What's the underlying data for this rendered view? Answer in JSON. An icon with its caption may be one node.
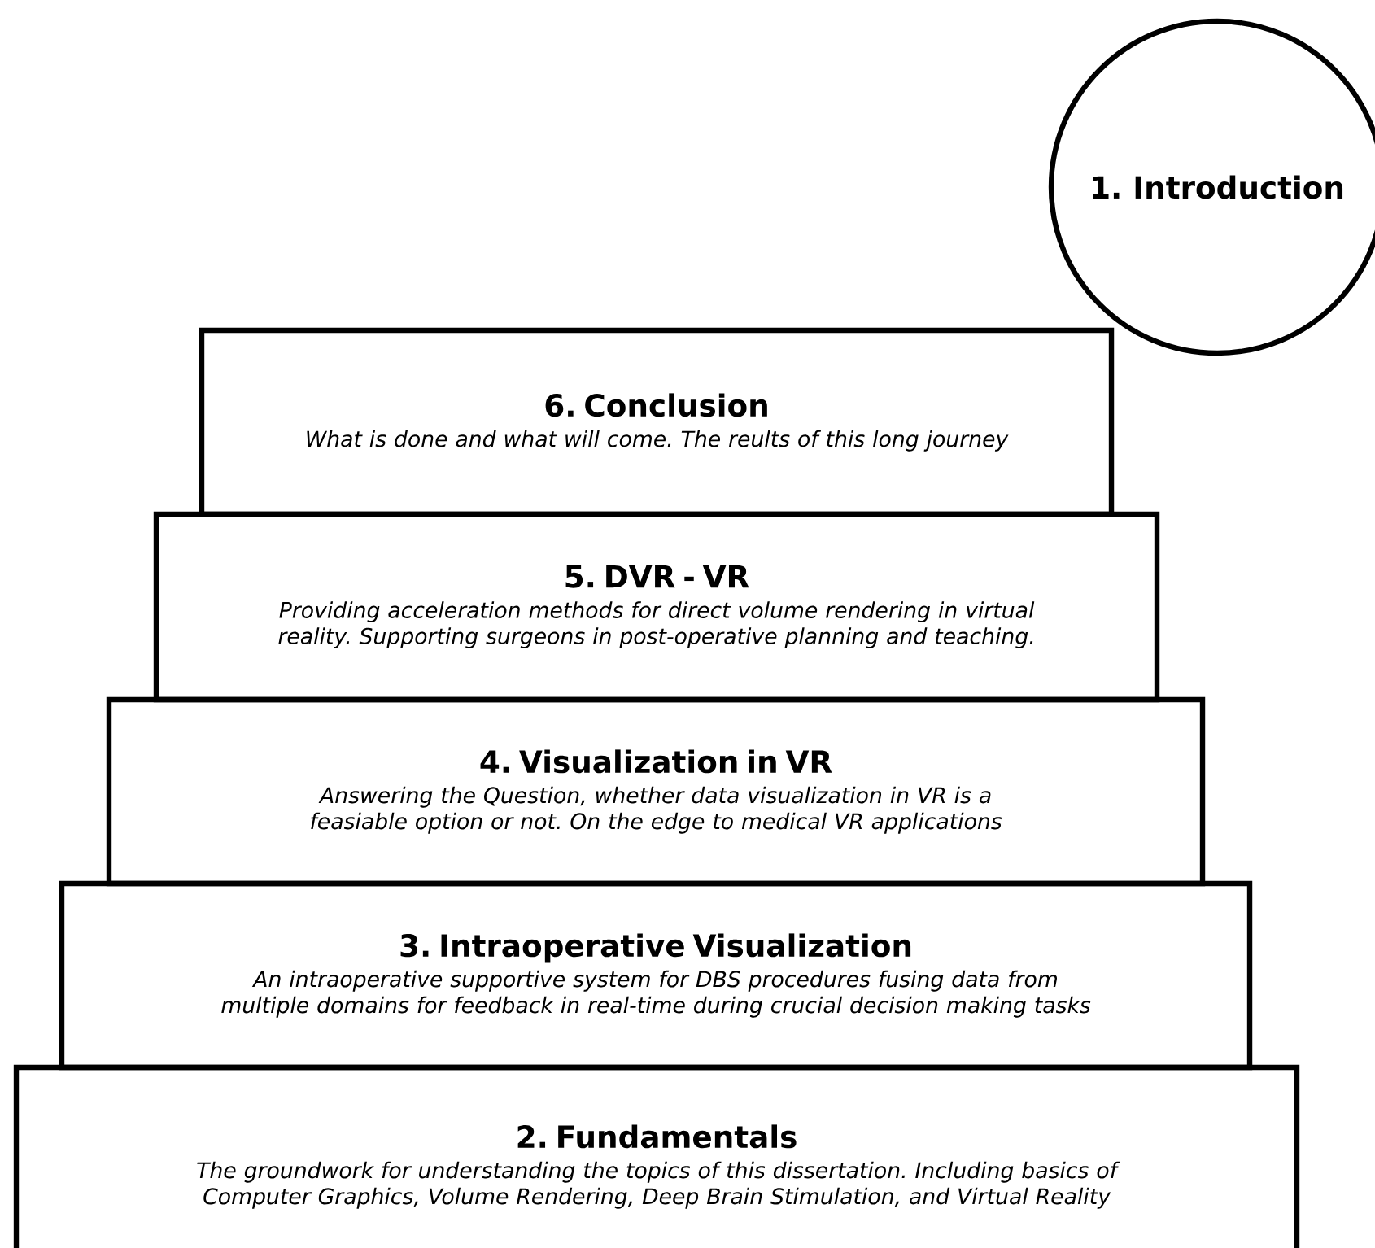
{
  "diagram": {
    "nodes": [
      {
        "text": [
          "1. Introduction"
        ]
      },
      {
        "text": [
          "6. Conclusion",
          "What is done and what will come. The reults of this long journey"
        ]
      },
      {
        "text": [
          "5. DVR - VR",
          "Providing acceleration methods for direct volume rendering in virtual reality. Supporting surgeons in post-operative planning and teaching."
        ]
      },
      {
        "text": [
          "4. Visualization in VR",
          "Answering the Question, whether data visualization in VR is a feasiable option or not. On the edge to medical VR applications"
        ]
      },
      {
        "text": [
          "3. Intraoperative Visualization",
          "An intraoperative supportive system for DBS procedures fusing data from multiple domains for feedback in real-time during crucial decision making tasks"
        ]
      },
      {
        "text": [
          "2. Fundamentals",
          "The groundwork for understanding the topics of this dissertation. Including basics of Computer Graphics, Volume Rendering, Deep Brain Stimulation, and Virtual Reality"
        ]
      }
    ]
  }
}
